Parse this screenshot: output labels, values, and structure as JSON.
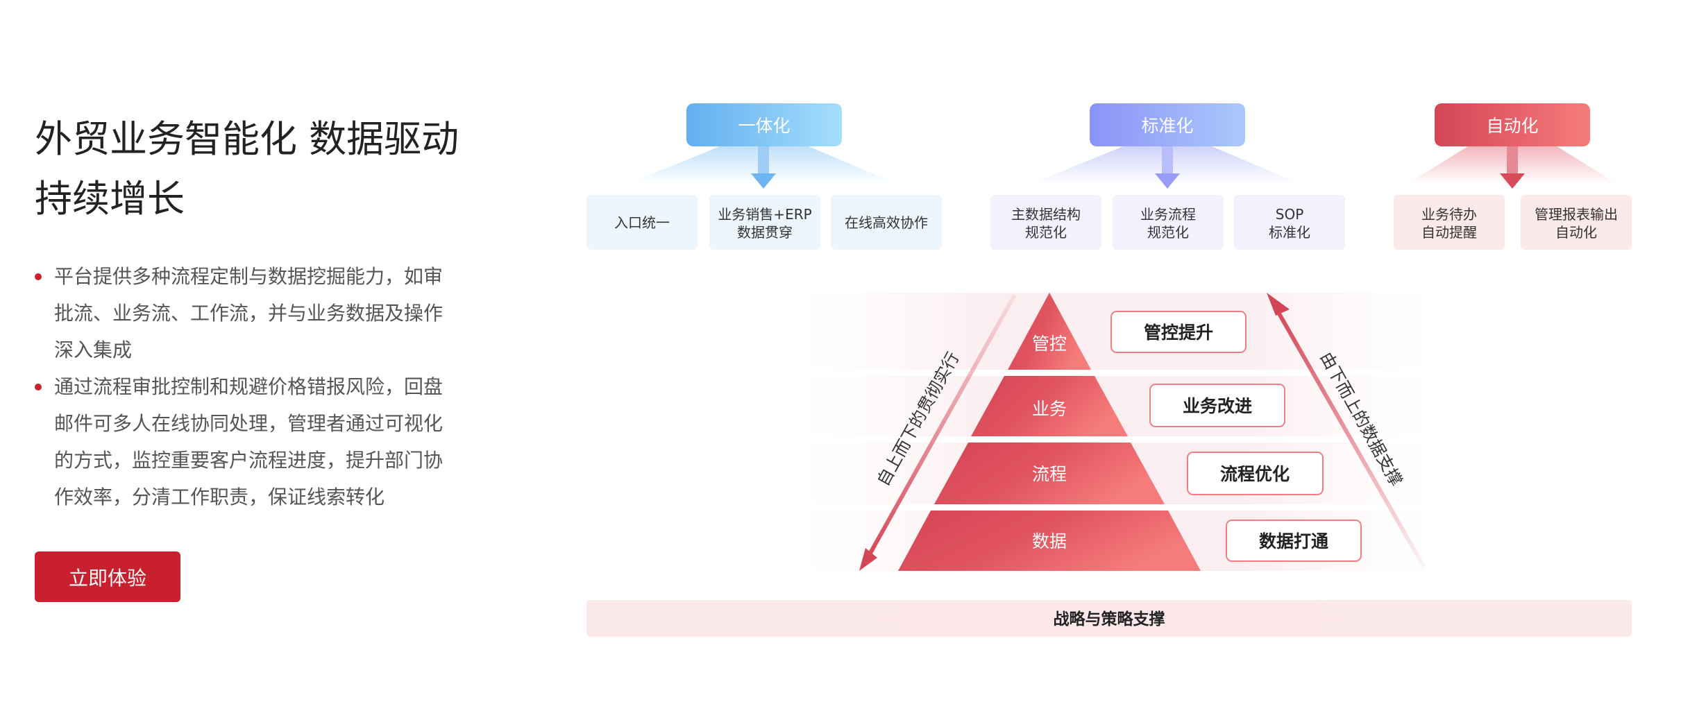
{
  "hero": {
    "title_line1": "外贸业务智能化 数据驱动",
    "title_line2": "持续增长",
    "bullets": [
      "平台提供多种流程定制与数据挖掘能力，如审批流、业务流、工作流，并与业务数据及操作深入集成",
      "通过流程审批控制和规避价格错报风险，回盘邮件可多人在线协同处理，管理者通过可视化的方式，监控重要客户流程进度，提升部门协作效率，分清工作职责，保证线索转化"
    ],
    "cta_label": "立即体验"
  },
  "diagram": {
    "groups": [
      {
        "title": "一体化",
        "items": [
          [
            "入口统一"
          ],
          [
            "业务销售+ERP",
            "数据贯穿"
          ],
          [
            "在线高效协作"
          ]
        ]
      },
      {
        "title": "标准化",
        "items": [
          [
            "主数据结构",
            "规范化"
          ],
          [
            "业务流程",
            "规范化"
          ],
          [
            "SOP",
            "标准化"
          ]
        ]
      },
      {
        "title": "自动化",
        "items": [
          [
            "业务待办",
            "自动提醒"
          ],
          [
            "管理报表输出",
            "自动化"
          ]
        ]
      }
    ],
    "pyramid_layers": [
      "管控",
      "业务",
      "流程",
      "数据"
    ],
    "outcomes": [
      "管控提升",
      "业务改进",
      "流程优化",
      "数据打通"
    ],
    "left_arrow_label": "自上而下的贯彻实行",
    "right_arrow_label": "由下而上的数据支撑",
    "footer_bar": "战略与策略支撑"
  },
  "colors": {
    "brand": "#c9202f",
    "pyramid_start": "#d44555",
    "pyramid_end": "#f47a7a"
  }
}
